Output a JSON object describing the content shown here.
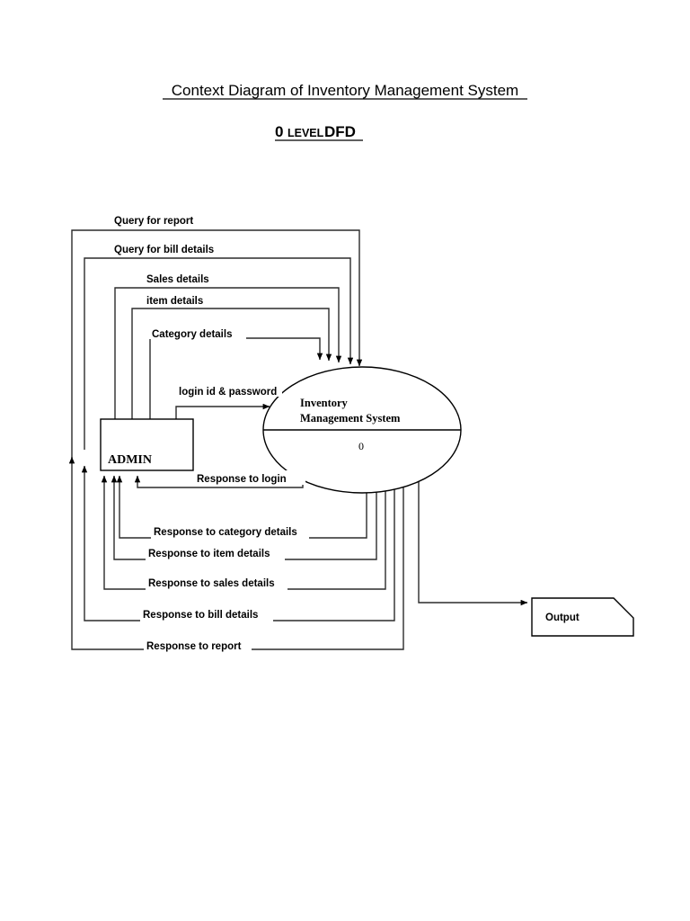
{
  "document": {
    "title": "Context Diagram of Inventory Management  System",
    "subtitle_number": "0",
    "subtitle_level": "LEVEL",
    "subtitle_dfd": "DFD"
  },
  "entities": {
    "admin": {
      "label": "ADMIN"
    },
    "output": {
      "label": "Output"
    }
  },
  "process": {
    "name_line1": "Inventory",
    "name_line2": "Management  System",
    "number": "0"
  },
  "inputs": [
    {
      "id": "query-for-report",
      "label": "Query for report"
    },
    {
      "id": "query-for-bill",
      "label": "Query for bill details"
    },
    {
      "id": "sales-details",
      "label": "Sales details"
    },
    {
      "id": "item-details",
      "label": "item details"
    },
    {
      "id": "category-details",
      "label": "Category details"
    },
    {
      "id": "login-id-password",
      "label": "login id & password"
    }
  ],
  "outputs": [
    {
      "id": "response-to-login",
      "label": "Response to login"
    },
    {
      "id": "response-to-category-details",
      "label": "Response to category details"
    },
    {
      "id": "response-to-item-details",
      "label": "Response to  item details"
    },
    {
      "id": "response-to-sales-details",
      "label": "Response to  sales details"
    },
    {
      "id": "response-to-bill-details",
      "label": "Response   to bill details"
    },
    {
      "id": "response-to-report",
      "label": "Response to report"
    }
  ],
  "colors": {
    "line": "#2b2b2b",
    "shape_stroke": "#000000",
    "background": "#ffffff",
    "text": "#000000"
  }
}
